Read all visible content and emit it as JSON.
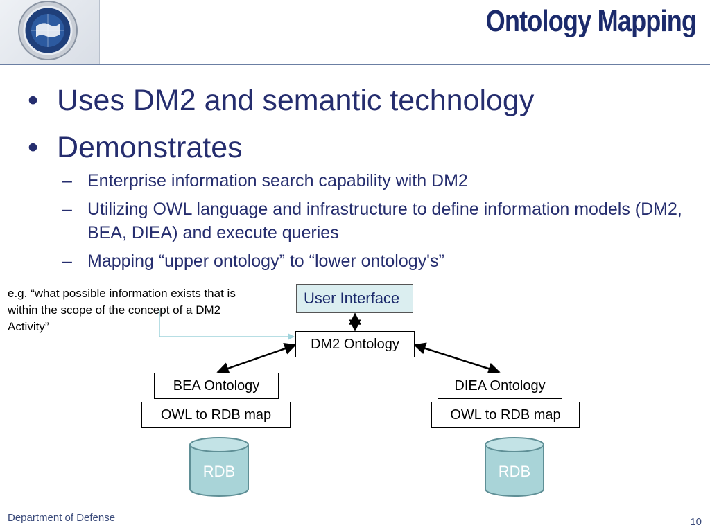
{
  "slide": {
    "title": "Ontology Mapping",
    "bullets": [
      "Uses DM2 and semantic technology",
      "Demonstrates"
    ],
    "sub_bullets": [
      "Enterprise information search capability with DM2",
      "Utilizing OWL language and infrastructure to define information models (DM2, BEA, DIEA) and execute queries",
      "Mapping “upper ontology” to “lower ontology's”"
    ],
    "bullet_glyph": "•",
    "dash_glyph": "–"
  },
  "note": {
    "text": "e.g. “what possible information exists that is within the scope of the concept of a DM2 Activity”"
  },
  "diagram": {
    "user_interface": "User Interface",
    "dm2_ontology": "DM2 Ontology",
    "bea_ontology": "BEA Ontology",
    "diea_ontology": "DIEA Ontology",
    "bea_map": "OWL to RDB map",
    "diea_map": "OWL to RDB map",
    "rdb_left": "RDB",
    "rdb_right": "RDB",
    "colors": {
      "rdb_fill": "#a9d4d8",
      "rdb_stroke": "#5f8f96",
      "ui_fill": "#dbeef0",
      "note_connector": "#9fd3dc"
    }
  },
  "footer": {
    "org": "Department of Defense",
    "page_number": "10"
  },
  "logo": {
    "icon": "dod-seal-icon"
  },
  "colors": {
    "title": "#1b2a6b",
    "body_text": "#252d6e"
  }
}
